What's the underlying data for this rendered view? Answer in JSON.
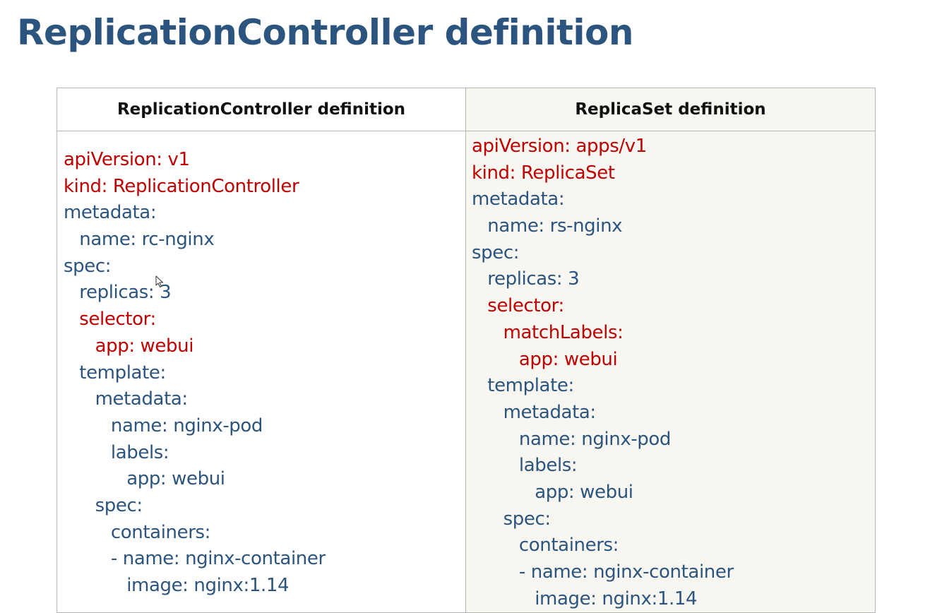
{
  "slide": {
    "title": "ReplicationController definition"
  },
  "table": {
    "headers": [
      "ReplicationController definition",
      "ReplicaSet definition"
    ],
    "left_lines": [
      {
        "text": "apiVersion: v1",
        "indent": 0,
        "highlight": true
      },
      {
        "text": "kind: ReplicationController",
        "indent": 0,
        "highlight": true
      },
      {
        "text": "metadata:",
        "indent": 0,
        "highlight": false
      },
      {
        "text": "name: rc-nginx",
        "indent": 1,
        "highlight": false
      },
      {
        "text": "spec:",
        "indent": 0,
        "highlight": false
      },
      {
        "text": "replicas: 3",
        "indent": 1,
        "highlight": false
      },
      {
        "text": "selector:",
        "indent": 1,
        "highlight": true
      },
      {
        "text": "app: webui",
        "indent": 2,
        "highlight": true
      },
      {
        "text": "template:",
        "indent": 1,
        "highlight": false
      },
      {
        "text": "metadata:",
        "indent": 2,
        "highlight": false
      },
      {
        "text": "name: nginx-pod",
        "indent": 3,
        "highlight": false
      },
      {
        "text": "labels:",
        "indent": 3,
        "highlight": false
      },
      {
        "text": "app: webui",
        "indent": 4,
        "highlight": false
      },
      {
        "text": "spec:",
        "indent": 2,
        "highlight": false
      },
      {
        "text": "containers:",
        "indent": 3,
        "highlight": false
      },
      {
        "text": "- name: nginx-container",
        "indent": 3,
        "highlight": false
      },
      {
        "text": "image: nginx:1.14",
        "indent": 4,
        "highlight": false
      }
    ],
    "right_lines": [
      {
        "text": "apiVersion: apps/v1",
        "indent": 0,
        "highlight": true
      },
      {
        "text": "kind: ReplicaSet",
        "indent": 0,
        "highlight": true
      },
      {
        "text": "metadata:",
        "indent": 0,
        "highlight": false
      },
      {
        "text": "name: rs-nginx",
        "indent": 1,
        "highlight": false
      },
      {
        "text": "spec:",
        "indent": 0,
        "highlight": false
      },
      {
        "text": "replicas: 3",
        "indent": 1,
        "highlight": false
      },
      {
        "text": "selector:",
        "indent": 1,
        "highlight": true
      },
      {
        "text": "matchLabels:",
        "indent": 2,
        "highlight": true
      },
      {
        "text": "app: webui",
        "indent": 3,
        "highlight": true
      },
      {
        "text": "template:",
        "indent": 1,
        "highlight": false
      },
      {
        "text": "metadata:",
        "indent": 2,
        "highlight": false
      },
      {
        "text": "name: nginx-pod",
        "indent": 3,
        "highlight": false
      },
      {
        "text": "labels:",
        "indent": 3,
        "highlight": false
      },
      {
        "text": "app: webui",
        "indent": 4,
        "highlight": false
      },
      {
        "text": "spec:",
        "indent": 2,
        "highlight": false
      },
      {
        "text": "containers:",
        "indent": 3,
        "highlight": false
      },
      {
        "text": "- name: nginx-container",
        "indent": 3,
        "highlight": false
      },
      {
        "text": "image: nginx:1.14",
        "indent": 4,
        "highlight": false
      }
    ]
  },
  "colors": {
    "title": "#2b557e",
    "highlight_key": "#c00000",
    "normal_key": "#2b557e",
    "right_column_bg": "#f7f6f1"
  },
  "icons": {
    "cursor": "mouse-pointer-icon"
  }
}
